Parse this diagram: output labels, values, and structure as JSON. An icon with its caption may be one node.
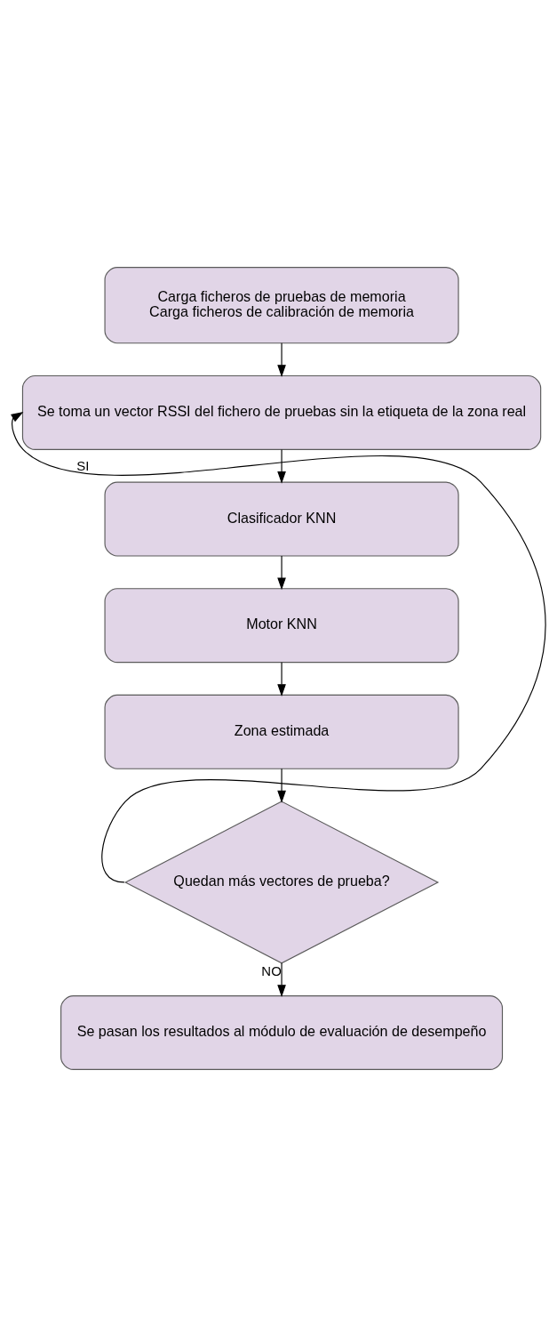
{
  "diagram": {
    "nodes": [
      {
        "text": [
          "Carga ficheros de pruebas de memoria",
          "Carga ficheros de calibración de memoria"
        ]
      },
      {
        "text": [
          "Se toma un vector RSSI del fichero de pruebas sin la etiqueta de la zona real"
        ]
      },
      {
        "text": [
          "Clasificador KNN"
        ]
      },
      {
        "text": [
          "Motor KNN"
        ]
      },
      {
        "text": [
          "Zona estimada"
        ]
      },
      {
        "text": [
          "Quedan más vectores de prueba?"
        ]
      },
      {
        "text": [
          "Se pasan los resultados al módulo de evaluación de desempeño"
        ]
      }
    ],
    "edges": [
      {
        "from": 0,
        "to": 1,
        "arrow": "to"
      },
      {
        "from": 1,
        "to": 2,
        "arrow": "to"
      },
      {
        "from": 2,
        "to": 3,
        "arrow": "to"
      },
      {
        "from": 3,
        "to": 4,
        "arrow": "to"
      },
      {
        "from": 4,
        "to": 5,
        "arrow": "to"
      },
      {
        "from": 5,
        "to": 1,
        "arrow": "to",
        "label": "SI"
      },
      {
        "from": 5,
        "to": 6,
        "arrow": "to",
        "label": "NO"
      }
    ]
  }
}
